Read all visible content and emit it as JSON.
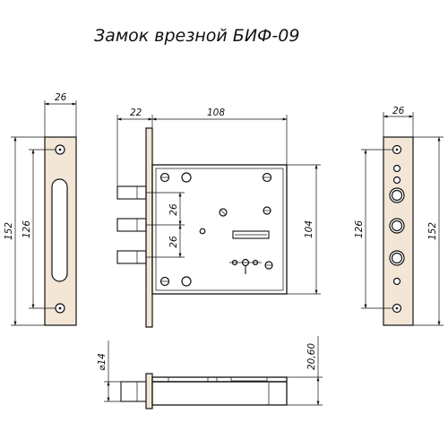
{
  "title": "Замок врезной БИФ-09",
  "dimensions": {
    "front_width": "26",
    "front_height": "152",
    "front_hole_spacing": "126",
    "body_offset": "22",
    "body_width": "108",
    "body_height": "104",
    "bolt_spacing_upper": "26",
    "bolt_spacing_lower": "26",
    "back_width": "26",
    "back_hole_spacing": "126",
    "back_height": "152",
    "bolt_diameter": "⌀14",
    "body_thickness": "20,60"
  }
}
